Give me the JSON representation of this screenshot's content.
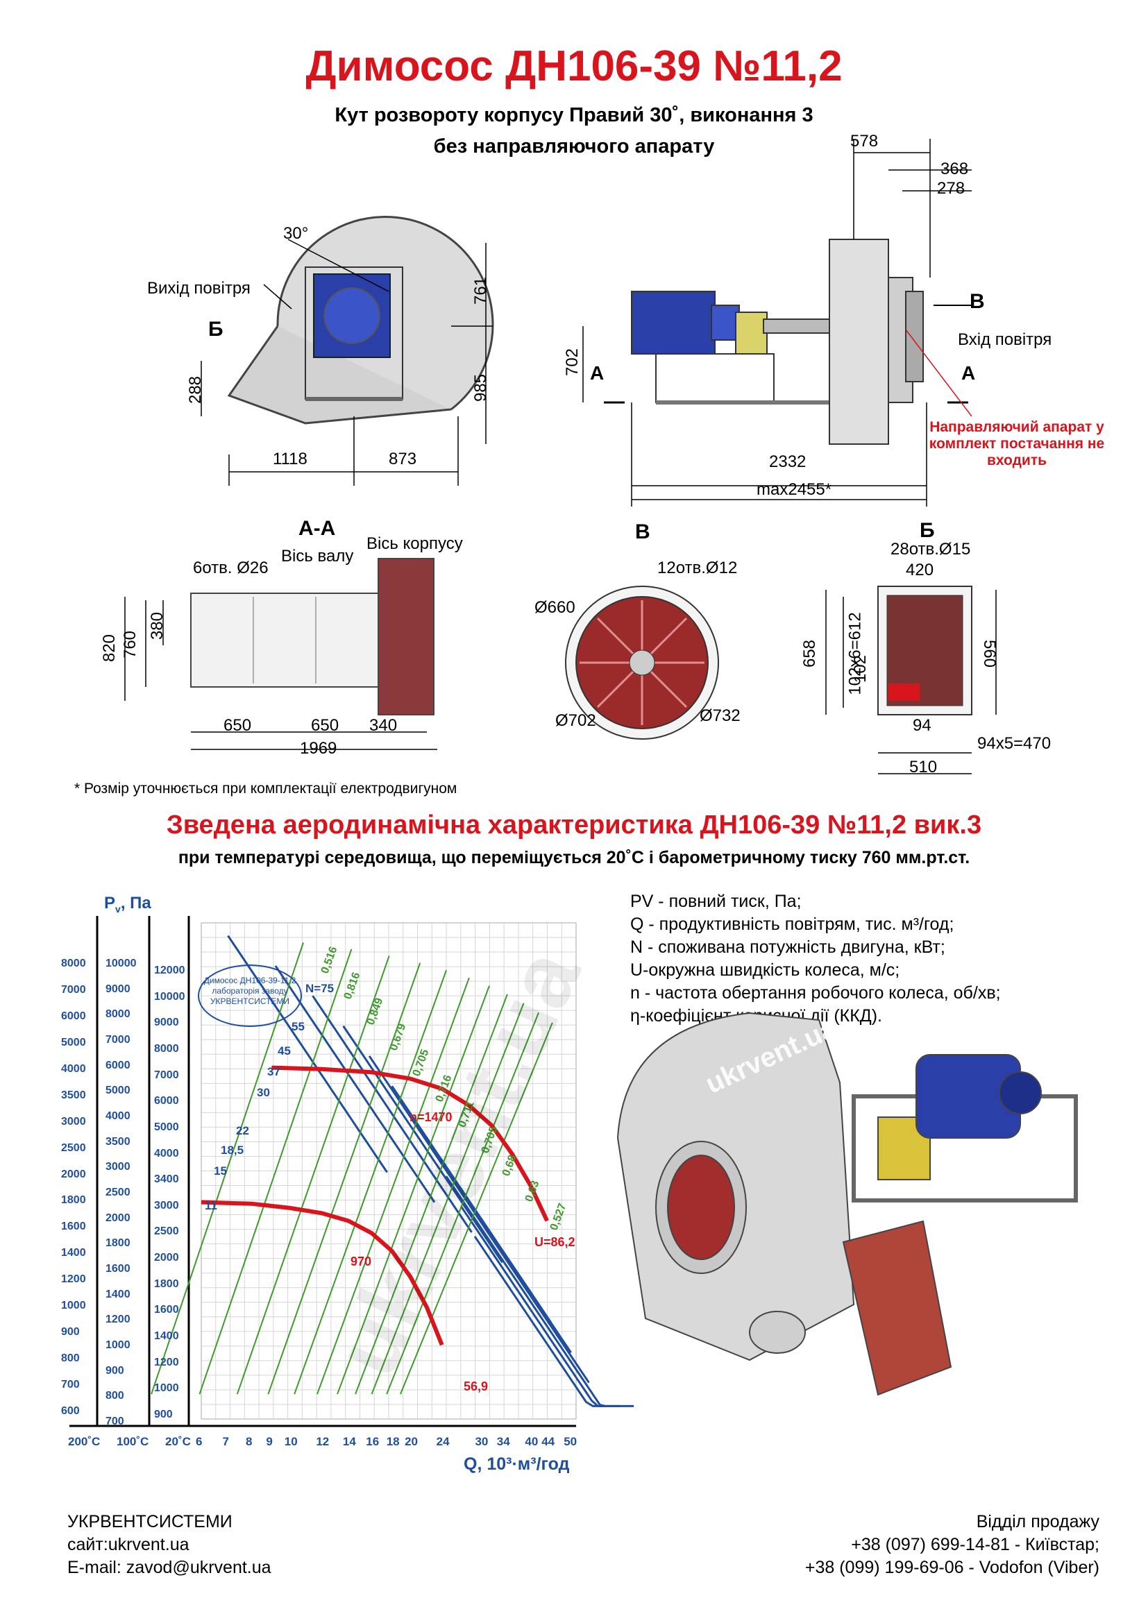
{
  "header": {
    "title": "Димосос ДН106-39 №11,2",
    "subtitle1": "Кут розвороту корпусу Правий 30˚, виконання 3",
    "subtitle2": "без направляючого апарату"
  },
  "front_view": {
    "angle": "30°",
    "air_out": "Вихід повітря",
    "section_b": "Б",
    "dim_761": "761",
    "dim_985": "985",
    "dim_288": "288",
    "dim_1118": "1118",
    "dim_873": "873"
  },
  "side_view": {
    "dim_578": "578",
    "dim_368": "368",
    "dim_278": "278",
    "dim_702": "702",
    "dim_2332": "2332",
    "dim_max": "max2455*",
    "section_a_left": "А",
    "section_a_right": "А",
    "section_v": "В",
    "air_in": "Вхід повітря",
    "guide_note": "Направляючий апарат у комплект постачання не входить"
  },
  "section_aa": {
    "title": "А-А",
    "holes": "6отв. Ø26",
    "shaft_axis": "Вісь валу",
    "body_axis": "Вісь корпусу",
    "dim_820": "820",
    "dim_760": "760",
    "dim_380": "380",
    "dim_650a": "650",
    "dim_650b": "650",
    "dim_340": "340",
    "dim_1969": "1969"
  },
  "section_v": {
    "title": "В",
    "holes": "12отв.Ø12",
    "d660": "Ø660",
    "d702": "Ø702",
    "d732": "Ø732"
  },
  "section_b": {
    "title": "Б",
    "holes": "28отв.Ø15",
    "dim_420": "420",
    "dim_560": "560",
    "dim_658": "658",
    "dim_612": "102x6=612",
    "dim_102": "102",
    "dim_94": "94",
    "dim_470": "94x5=470",
    "dim_510": "510"
  },
  "footnote": "* Розмір уточнюється при комплектації електродвигуном",
  "chart_title": "Зведена аеродинамічна характеристика ДН106-39 №11,2 вик.3",
  "chart_subtitle": "при температурі середовища, що переміщується 20˚С і барометричному тиску 760 мм.рт.ст.",
  "watermark": "ukrvent.ua",
  "stamp": "Димосос ДН106-39-11,2 лабораторія заводу УКРВЕНТСИСТЕМИ",
  "chart_data": {
    "type": "line",
    "ylabel": "P",
    "ylabel_sub": "v",
    "ylabel_unit": ", Па",
    "xlabel": "Q, 10³·м³/год",
    "x_ticks": [
      "6",
      "7",
      "8",
      "9",
      "10",
      "12",
      "14",
      "16",
      "18",
      "20",
      "24",
      "30",
      "34",
      "40",
      "44",
      "50"
    ],
    "temp_labels": [
      "200˚С",
      "100˚С",
      "20˚С"
    ],
    "y_axis_200": [
      "8000",
      "7000",
      "6000",
      "5000",
      "4000",
      "3500",
      "3000",
      "2500",
      "2000",
      "1800",
      "1600",
      "1400",
      "1200",
      "1000",
      "900",
      "800",
      "700",
      "600"
    ],
    "y_axis_100": [
      "10000",
      "9000",
      "8000",
      "7000",
      "6000",
      "5000",
      "4000",
      "3500",
      "3000",
      "2500",
      "2000",
      "1800",
      "1600",
      "1400",
      "1200",
      "1000",
      "900",
      "800",
      "700"
    ],
    "y_axis_20": [
      "12000",
      "10000",
      "9000",
      "8000",
      "7000",
      "6000",
      "5000",
      "4000",
      "3400",
      "3000",
      "2500",
      "2000",
      "1800",
      "1600",
      "1400",
      "1200",
      "1000",
      "900"
    ],
    "power_labels": [
      "N=75",
      "55",
      "45",
      "37",
      "30",
      "22",
      "18,5",
      "15",
      "11"
    ],
    "efficiency_labels": [
      "0,516",
      "0,816",
      "0,849",
      "0,679",
      "0,705",
      "0,716",
      "0,711",
      "0,705",
      "0,68",
      "0,63",
      "0,527"
    ],
    "speed_labels": [
      "n=1470",
      "970"
    ],
    "u_labels": [
      "U=86,2",
      "56,9"
    ],
    "series": [
      {
        "name": "n=1470",
        "x": [
          9,
          12,
          16,
          20,
          24,
          28,
          32,
          36,
          40,
          44
        ],
        "y": [
          5300,
          5250,
          5150,
          4950,
          4650,
          4200,
          3700,
          3100,
          2550,
          2050
        ]
      },
      {
        "name": "970",
        "x": [
          6,
          8,
          10,
          12,
          14,
          16,
          18,
          20,
          22,
          24
        ],
        "y": [
          2300,
          2280,
          2220,
          2150,
          2050,
          1900,
          1700,
          1450,
          1200,
          950
        ]
      }
    ]
  },
  "legend": [
    "PV - повний тиск, Па;",
    "Q - продуктивність повітрям, тис. м³/год;",
    "N - споживана потужність двигуна, кВт;",
    "U-окружна швидкість колеса, м/с;",
    "n - частота обертання робочого колеса, об/хв;",
    "η-коефіцієнт корисної дії (ККД)."
  ],
  "footer": {
    "company": "УКРВЕНТСИСТЕМИ",
    "site": "сайт:ukrvent.ua",
    "email": "E-mail: zavod@ukrvent.ua",
    "sales": "Відділ продажу",
    "phone1": "+38 (097) 699-14-81 - Київстар;",
    "phone2": "+38 (099) 199-69-06 - Vodofon (Viber)"
  },
  "colors": {
    "accent_red": "#d8141d",
    "curve_blue": "#1f4e9c",
    "eff_green": "#3f9a2d",
    "motor_blue": "#2b3fa8"
  }
}
